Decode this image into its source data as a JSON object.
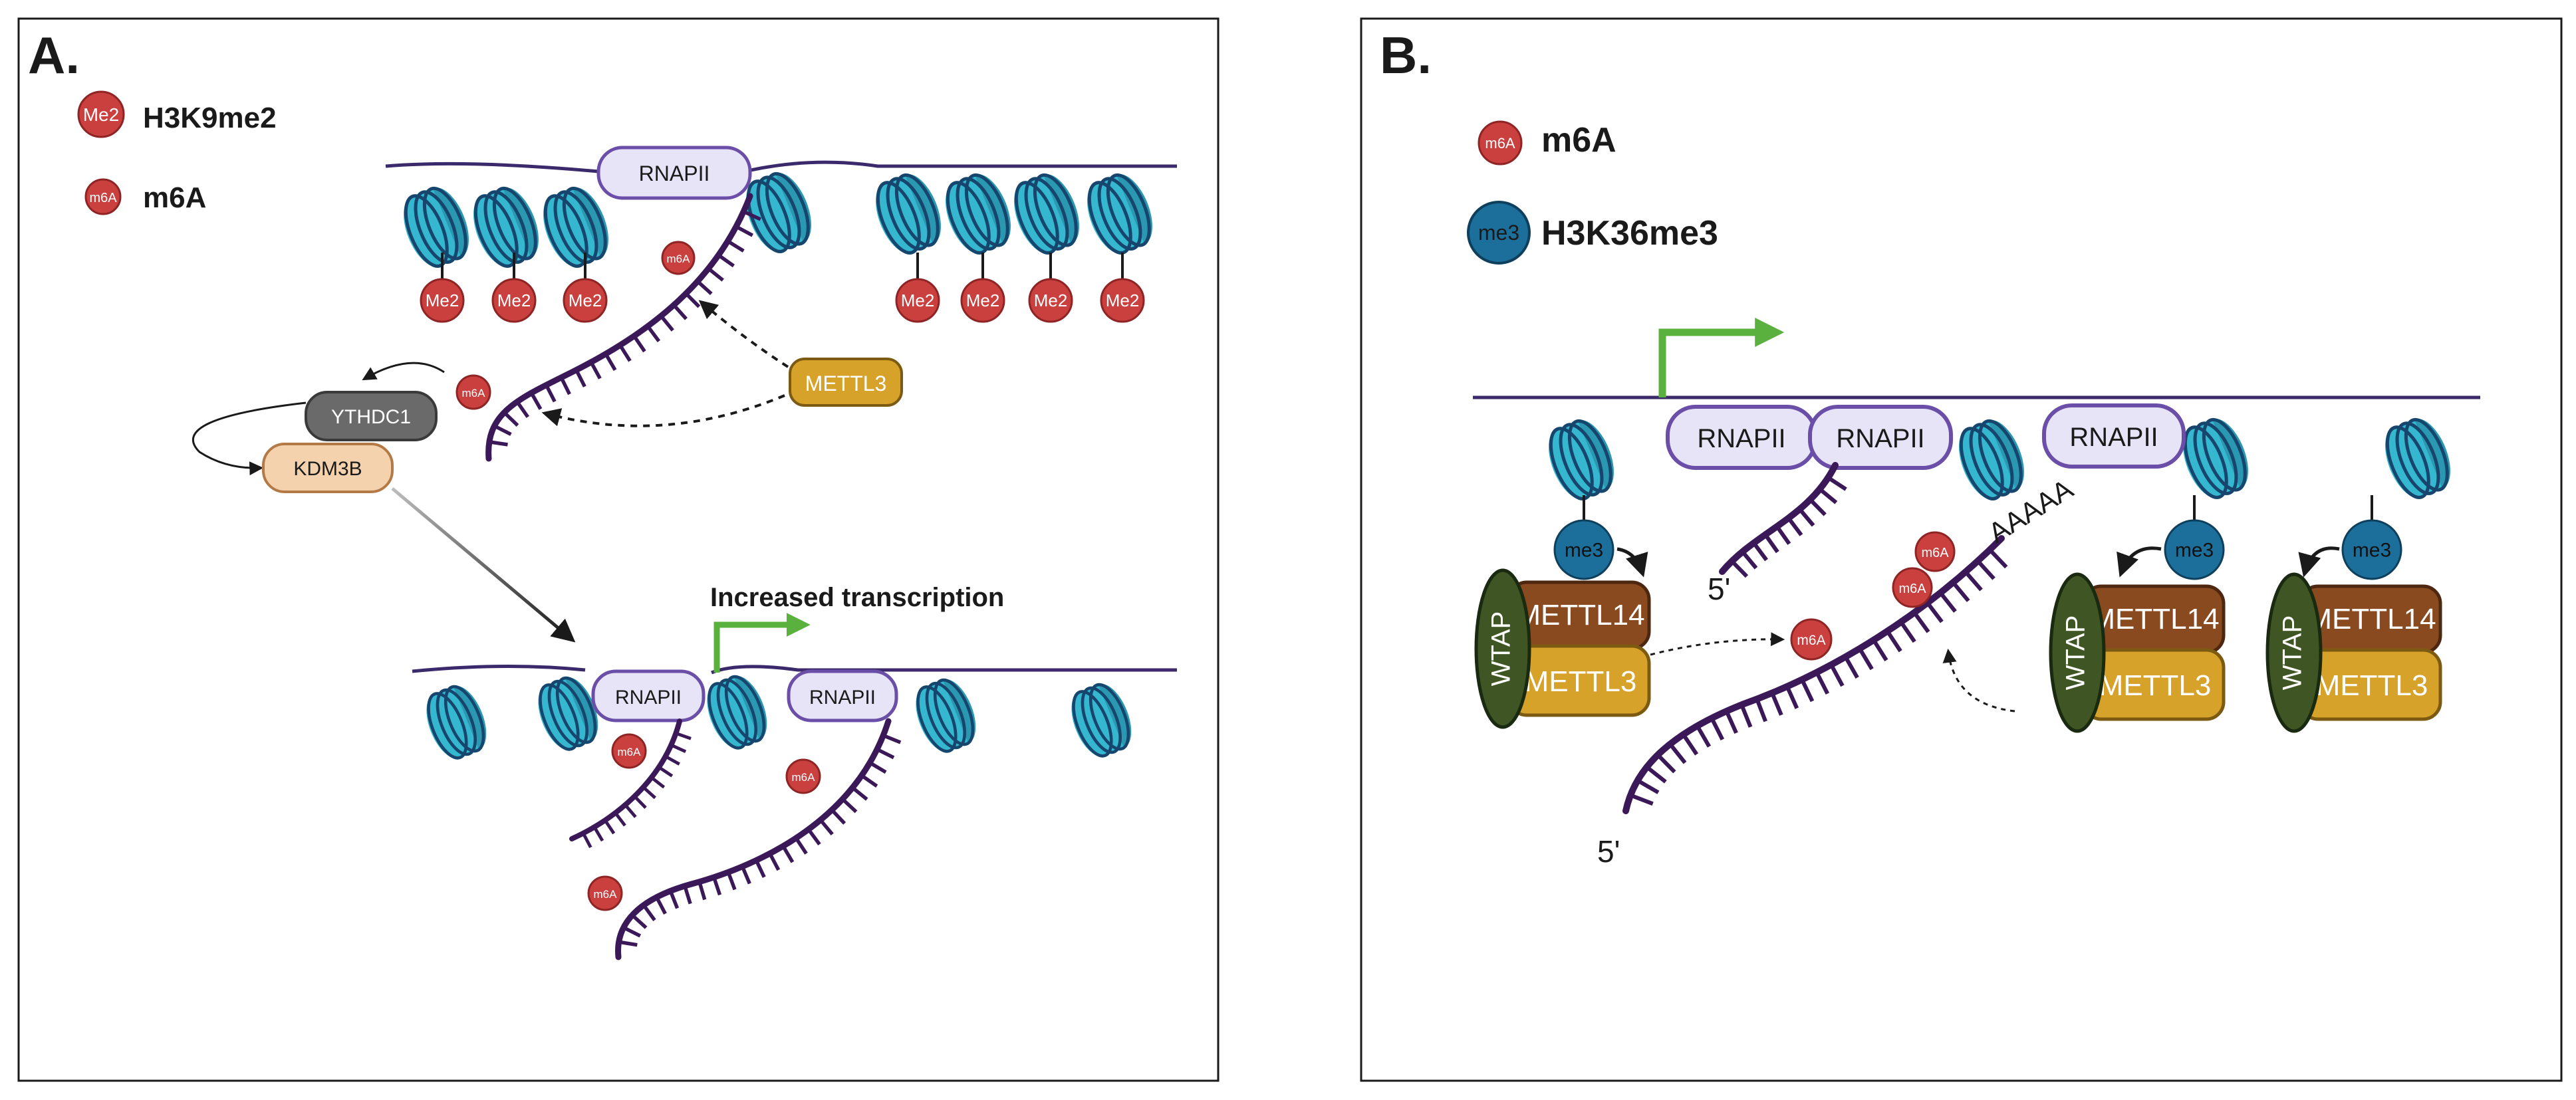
{
  "panel_a": {
    "letter": "A.",
    "legend": {
      "me2_badge": "Me2",
      "me2_label": "H3K9me2",
      "m6a_badge": "m6A",
      "m6a_label": "m6A"
    },
    "rnapii": "RNAPII",
    "ythdc1": "YTHDC1",
    "kdm3b": "KDM3B",
    "mettl3": "METTL3",
    "increased_transcription": "Increased transcription"
  },
  "panel_b": {
    "letter": "B.",
    "legend": {
      "m6a_badge": "m6A",
      "m6a_label": "m6A",
      "me3_badge": "me3",
      "me3_label": "H3K36me3"
    },
    "rnapii": "RNAPII",
    "mettl14": "METTL14",
    "mettl3": "METTL3",
    "wtap": "WTAP",
    "five_prime": "5'",
    "polya": "AAAAA"
  },
  "colors": {
    "nucleosome": "#35b8cf",
    "nucleosome_band": "#16466e",
    "me2": "#c9403f",
    "me3": "#1b6f9a",
    "rna": "#3b1858",
    "rnapii_fill": "#e8e4f7",
    "rnapii_stroke": "#6b4ea8",
    "mettl3": "#d7a22a",
    "mettl14": "#8a4a1f",
    "wtap": "#3f5524",
    "ythdc1": "#6a6a6a",
    "kdm3b": "#f3d2ad",
    "arrow_green": "#5ab13e"
  }
}
